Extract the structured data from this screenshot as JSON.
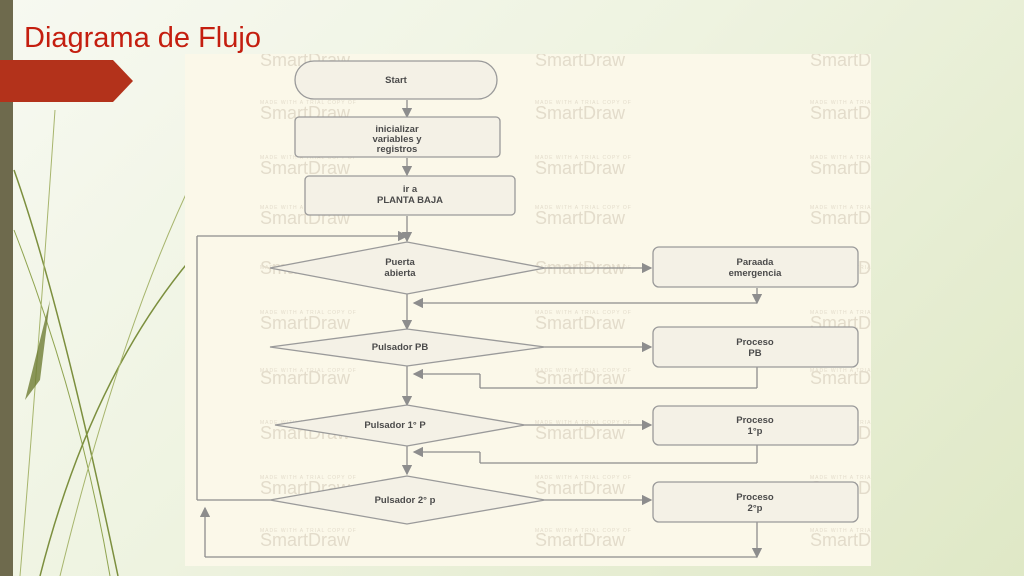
{
  "slide": {
    "title": "Diagrama de Flujo"
  },
  "watermark": {
    "brand": "SmartDraw",
    "trial_note": "MADE WITH A TRIAL COPY OF"
  },
  "flowchart": {
    "start": "Start",
    "init": [
      "inicializar",
      "variables y",
      "registros"
    ],
    "goto_pb": [
      "ir a",
      "PLANTA BAJA"
    ],
    "decision_door": [
      "Puerta",
      "abierta"
    ],
    "emergency_stop": [
      "Paraada",
      "emergencia"
    ],
    "decision_pb": [
      "Pulsador PB"
    ],
    "process_pb": [
      "Proceso",
      "PB"
    ],
    "decision_1p": [
      "Pulsador 1° P"
    ],
    "process_1p": [
      "Proceso",
      "1°p"
    ],
    "decision_2p": [
      "Pulsador 2° p"
    ],
    "process_2p": [
      "Proceso",
      "2°p"
    ]
  },
  "colors": {
    "title": "#c41e0f",
    "tab": "#b3321b",
    "stripe": "#6e6a4d",
    "shape_fill": "#f4f1e6",
    "line": "#8d8d8d"
  }
}
